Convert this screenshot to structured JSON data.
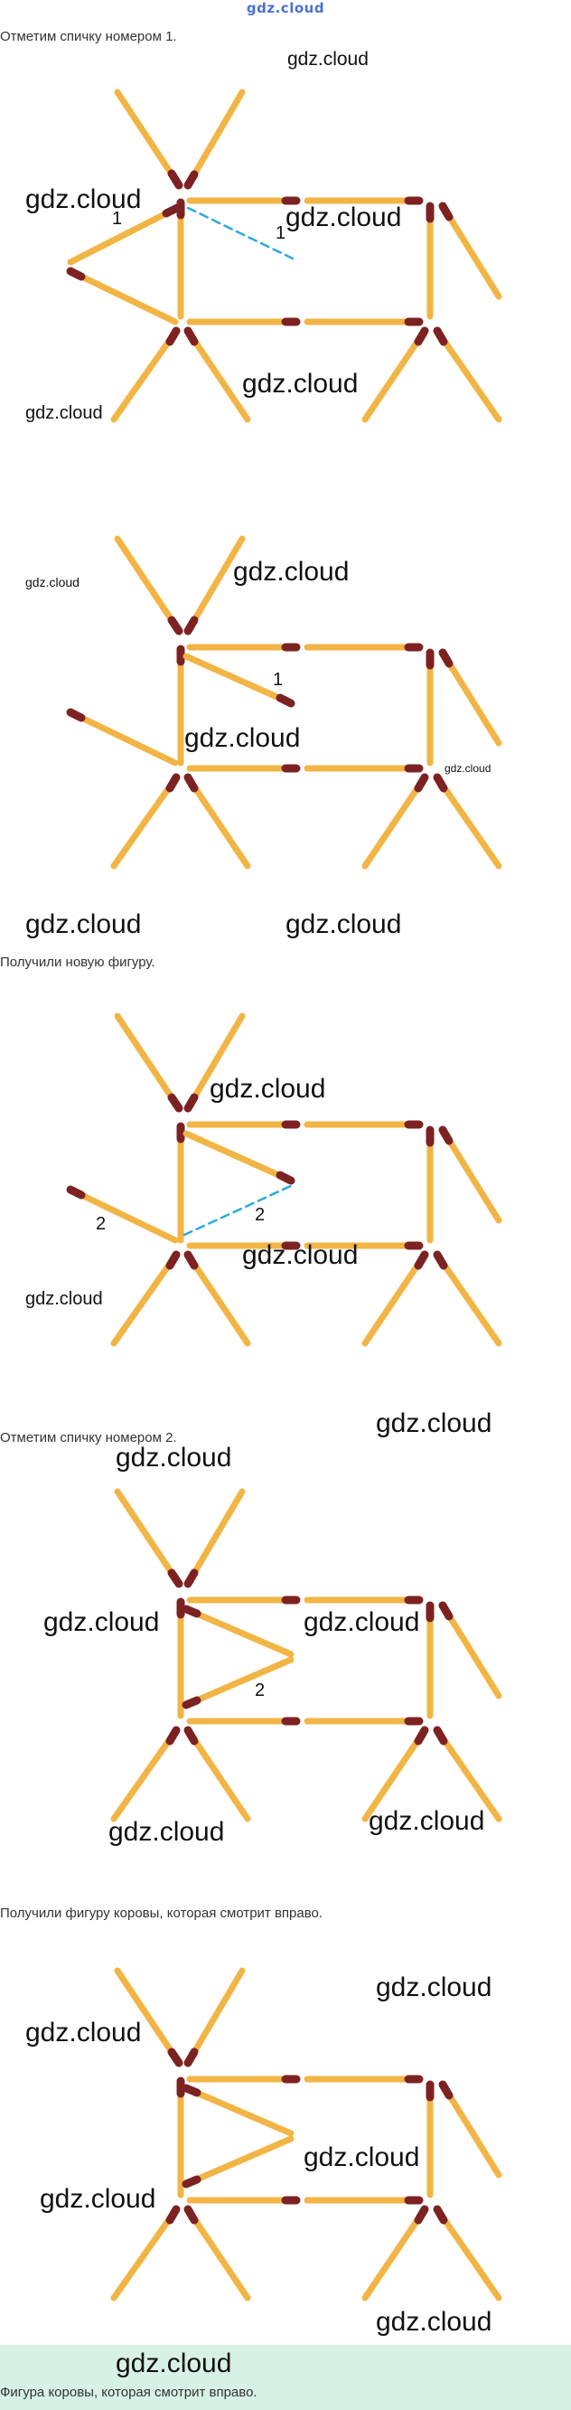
{
  "header": {
    "logo": "gdz.cloud"
  },
  "captions": {
    "mark_one": "Отметим спичку номером 1.",
    "got_new": "Получили новую фигуру.",
    "mark_two": "Отметим спичку номером 2.",
    "got_cow": "Получили фигуру коровы, которая смотрит вправо.",
    "final": "Фигура коровы, которая смотрит вправо."
  },
  "watermark": "gdz.cloud",
  "labels": {
    "one": "1",
    "two": "2"
  },
  "colors": {
    "match_stick": "#f2b545",
    "match_head": "#7d2222",
    "dash": "#2aaadf",
    "footer_bg": "#d7f2e4"
  }
}
